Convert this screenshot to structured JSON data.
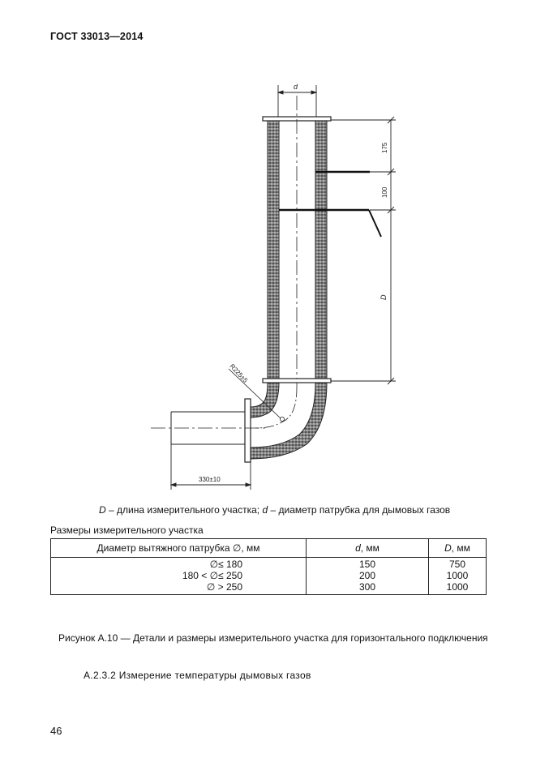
{
  "header": {
    "code": "ГОСТ 33013—2014"
  },
  "drawing": {
    "labels": {
      "d": "d",
      "D": "D",
      "dim175": "175",
      "dim100": "100",
      "radius": "R225±5",
      "length": "330±10"
    }
  },
  "legend": {
    "D_symbol": "D",
    "D_text": " – длина измерительного участка; ",
    "d_symbol": "d",
    "d_text": " – диаметр патрубка для дымовых газов"
  },
  "table": {
    "title": "Размеры измерительного участка",
    "headers": {
      "col1": "Диаметр вытяжного патрубка ∅, мм",
      "col2_symbol": "d",
      "col2_unit": ", мм",
      "col3_symbol": "D",
      "col3_unit": ", мм"
    },
    "rows": [
      {
        "diameter": "∅≤ 180",
        "d": "150",
        "D": "750"
      },
      {
        "diameter": "180 < ∅≤ 250",
        "d": "200",
        "D": "1000"
      },
      {
        "diameter": "∅ > 250",
        "d": "300",
        "D": "1000"
      }
    ]
  },
  "caption": "Рисунок А.10 — Детали и размеры измерительного участка для горизонтального подключения",
  "section": "А.2.3.2 Измерение температуры дымовых газов",
  "page_number": "46"
}
